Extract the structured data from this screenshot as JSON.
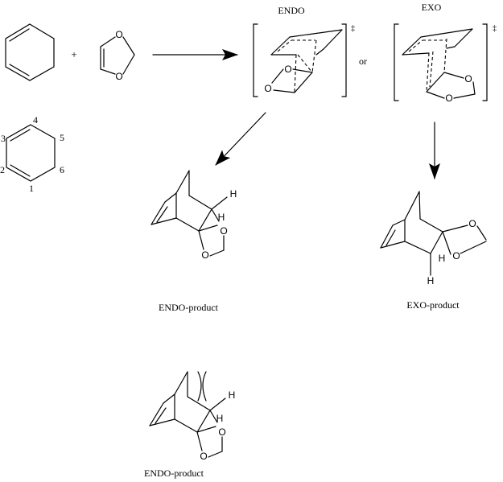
{
  "labels": {
    "plus": "+",
    "endo_ts": "ENDO",
    "exo_ts": "EXO",
    "or": "or",
    "double_dagger": "‡",
    "endo_product": "ENDO-product",
    "exo_product": "EXO-product",
    "endo_product_bottom": "ENDO-product"
  },
  "atoms": {
    "O": "O",
    "H": "H"
  },
  "numbering": [
    "1",
    "2",
    "3",
    "4",
    "5",
    "6"
  ]
}
